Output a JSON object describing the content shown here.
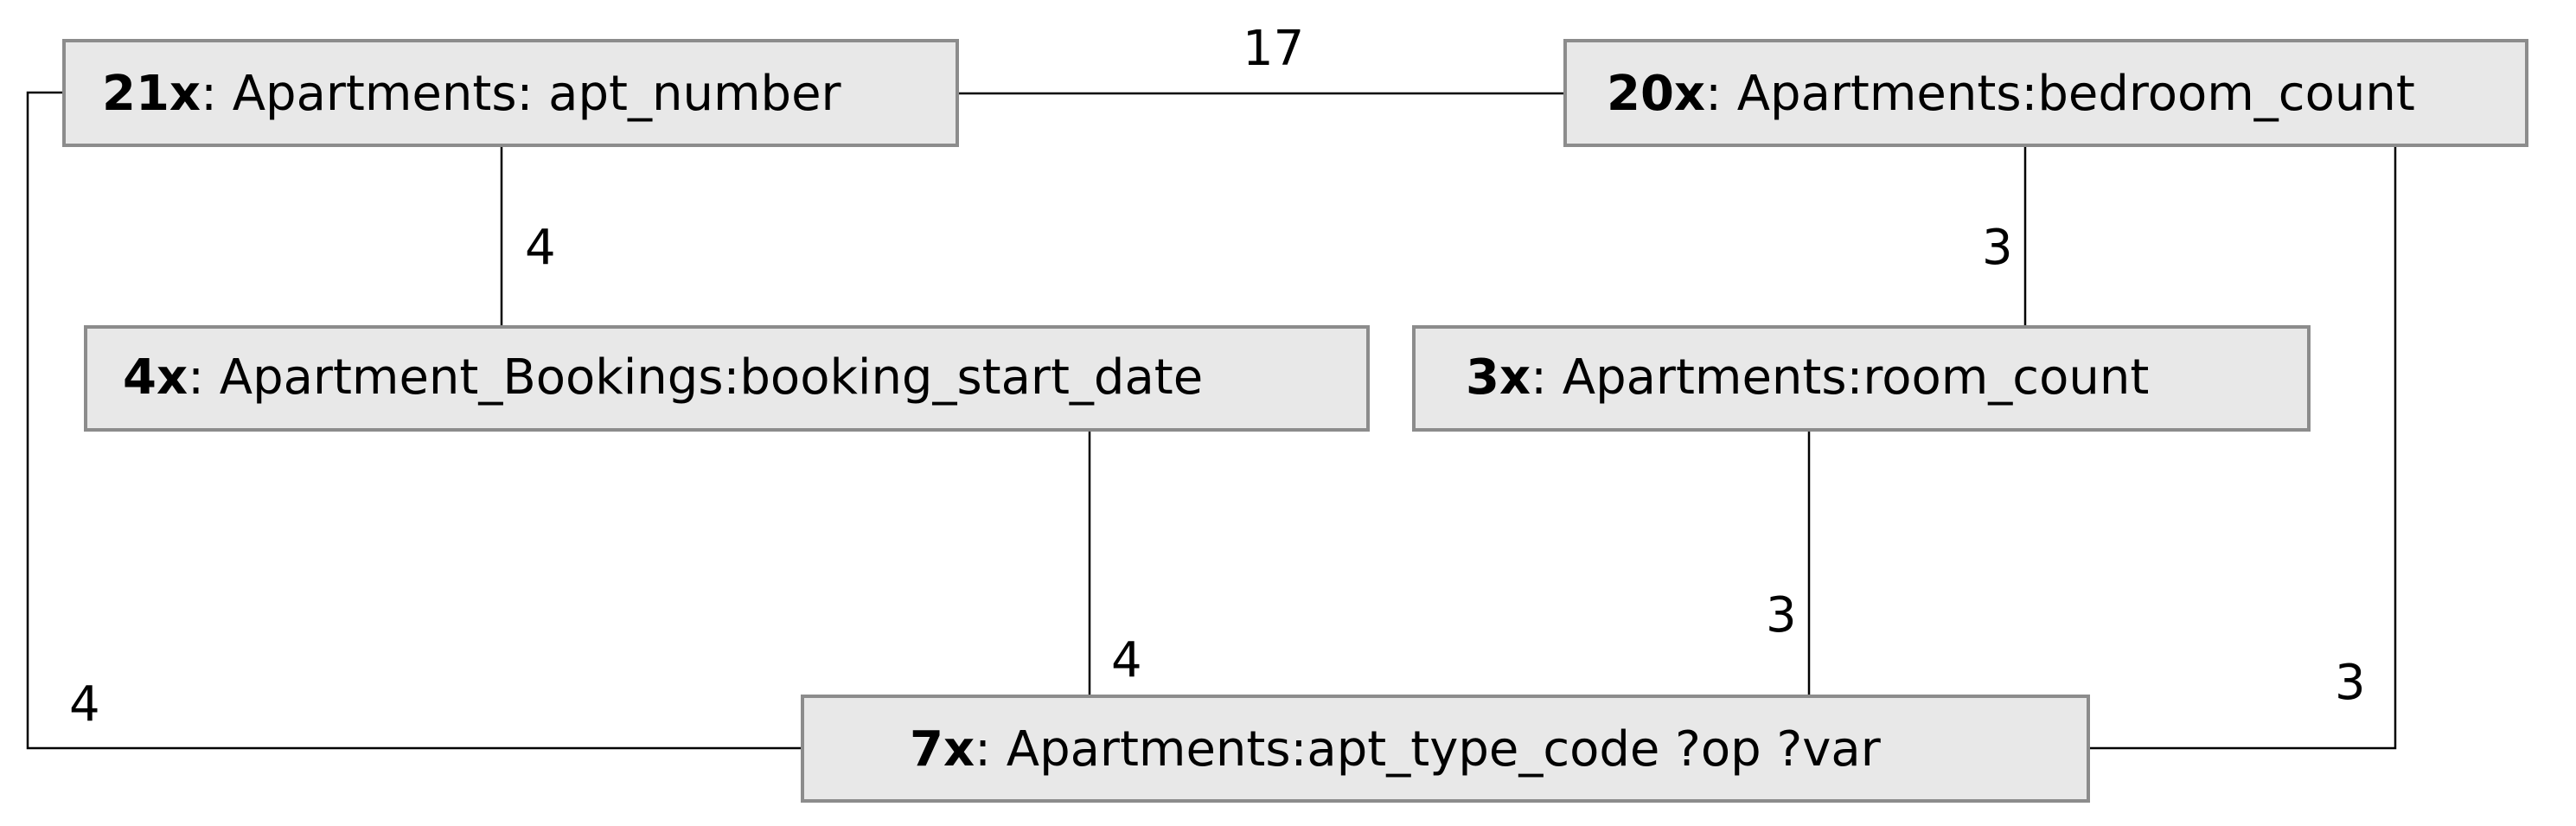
{
  "nodes": {
    "apt_number": {
      "count": "21x",
      "label": ": Apartments: apt_number"
    },
    "bedroom_count": {
      "count": "20x",
      "label": ": Apartments:bedroom_count"
    },
    "booking_start_date": {
      "count": "4x",
      "label": ": Apartment_Bookings:booking_start_date"
    },
    "room_count": {
      "count": "3x",
      "label": ": Apartments:room_count"
    },
    "apt_type_code": {
      "count": "7x",
      "label": ": Apartments:apt_type_code ?op ?var"
    }
  },
  "edges": {
    "apt_number_bedroom_count": "17",
    "apt_number_booking_start_date": "4",
    "apt_number_apt_type_code": "4",
    "booking_start_date_apt_type_code": "4",
    "bedroom_count_room_count": "3",
    "room_count_apt_type_code": "3",
    "bedroom_count_apt_type_code": "3"
  }
}
